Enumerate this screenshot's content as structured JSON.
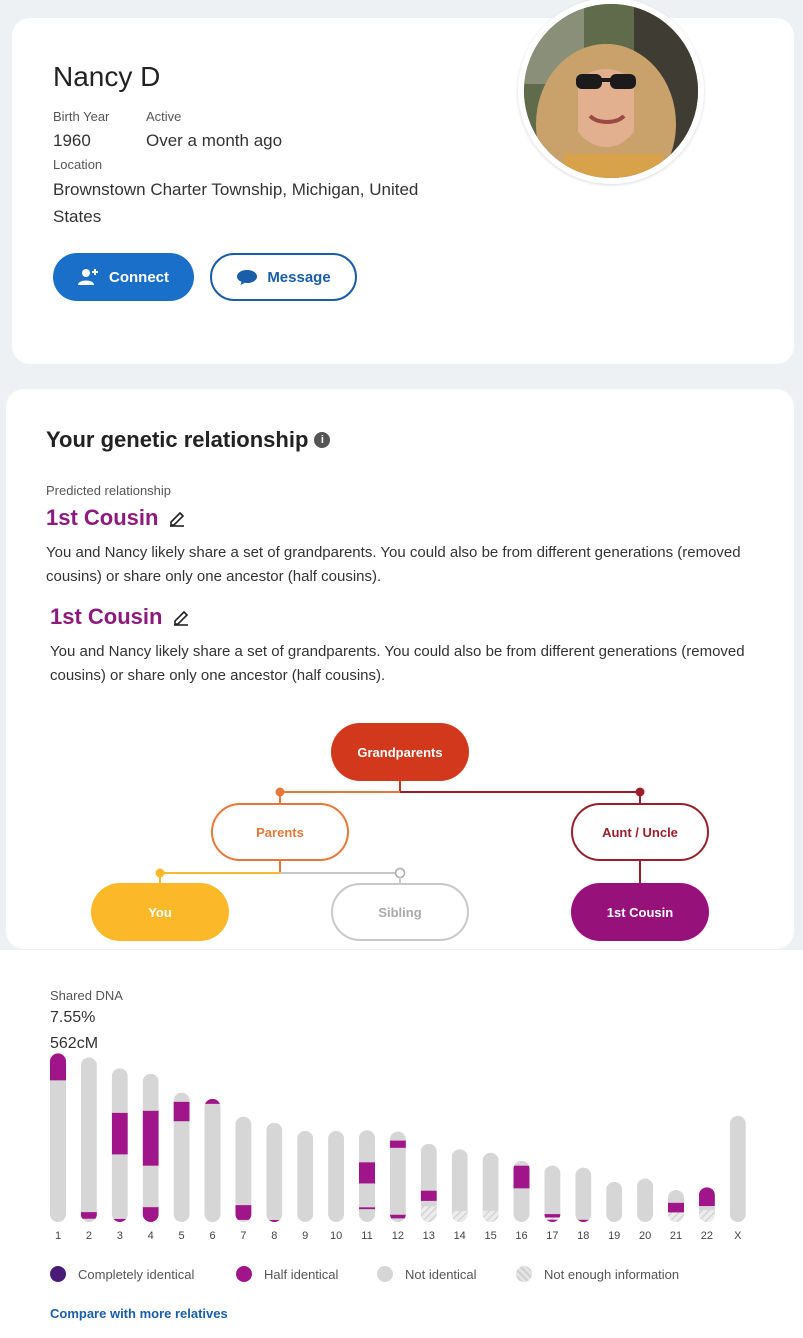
{
  "profile": {
    "name": "Nancy D",
    "birth_year_label": "Birth Year",
    "birth_year": "1960",
    "active_label": "Active",
    "active": "Over a month ago",
    "location_label": "Location",
    "location": "Brownstown Charter Township, Michigan, United States",
    "connect_label": "Connect",
    "message_label": "Message"
  },
  "genetic": {
    "title": "Your genetic relationship",
    "predicted_label": "Predicted relationship",
    "relationship": "1st Cousin",
    "description": "You and Nancy likely share a set of grandparents. You could also be from different generations (removed cousins) or share only one ancestor (half cousins).",
    "relationship_repeat": "1st Cousin",
    "description_repeat": "You and Nancy likely share a set of grandparents. You could also be from different generations (removed cousins) or share only one ancestor (half cousins)."
  },
  "tree": {
    "grandparents": "Grandparents",
    "parents": "Parents",
    "aunt_uncle": "Aunt / Uncle",
    "you": "You",
    "sibling": "Sibling",
    "cousin": "1st Cousin",
    "colors": {
      "grandparents": "#d1381c",
      "parents": "#e8773a",
      "aunt_uncle": "#9a1f2a",
      "you": "#fbb829",
      "sibling": "#c8c8c8",
      "cousin": "#97117b"
    }
  },
  "dna": {
    "label": "Shared DNA",
    "percent": "7.55%",
    "cm": "562cM",
    "legend": [
      "Completely identical",
      "Half identical",
      "Not identical",
      "Not enough information"
    ],
    "legend_colors": [
      "#4a1a78",
      "#a0158a",
      "#d6d6d6",
      "#e2e2e2"
    ],
    "compare_link": "Compare with more relatives"
  },
  "chart_data": {
    "type": "bar",
    "title": "",
    "categories": [
      "1",
      "2",
      "3",
      "4",
      "5",
      "6",
      "7",
      "8",
      "9",
      "10",
      "11",
      "12",
      "13",
      "14",
      "15",
      "16",
      "17",
      "18",
      "19",
      "20",
      "21",
      "22",
      "X"
    ],
    "values": [
      248,
      242,
      226,
      218,
      190,
      181,
      155,
      146,
      134,
      134,
      135,
      133,
      115,
      107,
      102,
      90,
      83,
      80,
      59,
      64,
      47,
      51,
      156
    ],
    "ylim": [
      0,
      250
    ],
    "half_identical_segments": [
      [
        [
          0.0,
          0.16
        ]
      ],
      [
        [
          0.94,
          0.98
        ]
      ],
      [
        [
          0.29,
          0.56
        ],
        [
          0.98,
          1.0
        ]
      ],
      [
        [
          0.25,
          0.62
        ],
        [
          0.9,
          1.0
        ]
      ],
      [
        [
          0.07,
          0.22
        ]
      ],
      [
        [
          0.0,
          0.04
        ]
      ],
      [
        [
          0.84,
          0.98
        ]
      ],
      [
        [
          0.98,
          1.0
        ]
      ],
      [],
      [],
      [
        [
          0.35,
          0.58
        ],
        [
          0.84,
          0.86
        ]
      ],
      [
        [
          0.1,
          0.18
        ],
        [
          0.92,
          0.96
        ]
      ],
      [
        [
          0.6,
          0.73
        ]
      ],
      [],
      [],
      [
        [
          0.08,
          0.45
        ]
      ],
      [
        [
          0.86,
          0.92
        ],
        [
          0.96,
          1.0
        ]
      ],
      [
        [
          0.96,
          1.0
        ]
      ],
      [],
      [],
      [
        [
          0.4,
          0.7
        ]
      ],
      [
        [
          0.0,
          0.54
        ]
      ],
      []
    ],
    "not_enough_information_segments": [
      [],
      [],
      [],
      [],
      [],
      [],
      [],
      [],
      [],
      [],
      [],
      [],
      [
        [
          0.8,
          1.0
        ]
      ],
      [
        [
          0.85,
          1.0
        ]
      ],
      [
        [
          0.84,
          1.0
        ]
      ],
      [],
      [
        [
          0.92,
          0.96
        ]
      ],
      [],
      [],
      [],
      [
        [
          0.7,
          1.0
        ]
      ],
      [
        [
          0.66,
          1.0
        ]
      ],
      []
    ]
  }
}
